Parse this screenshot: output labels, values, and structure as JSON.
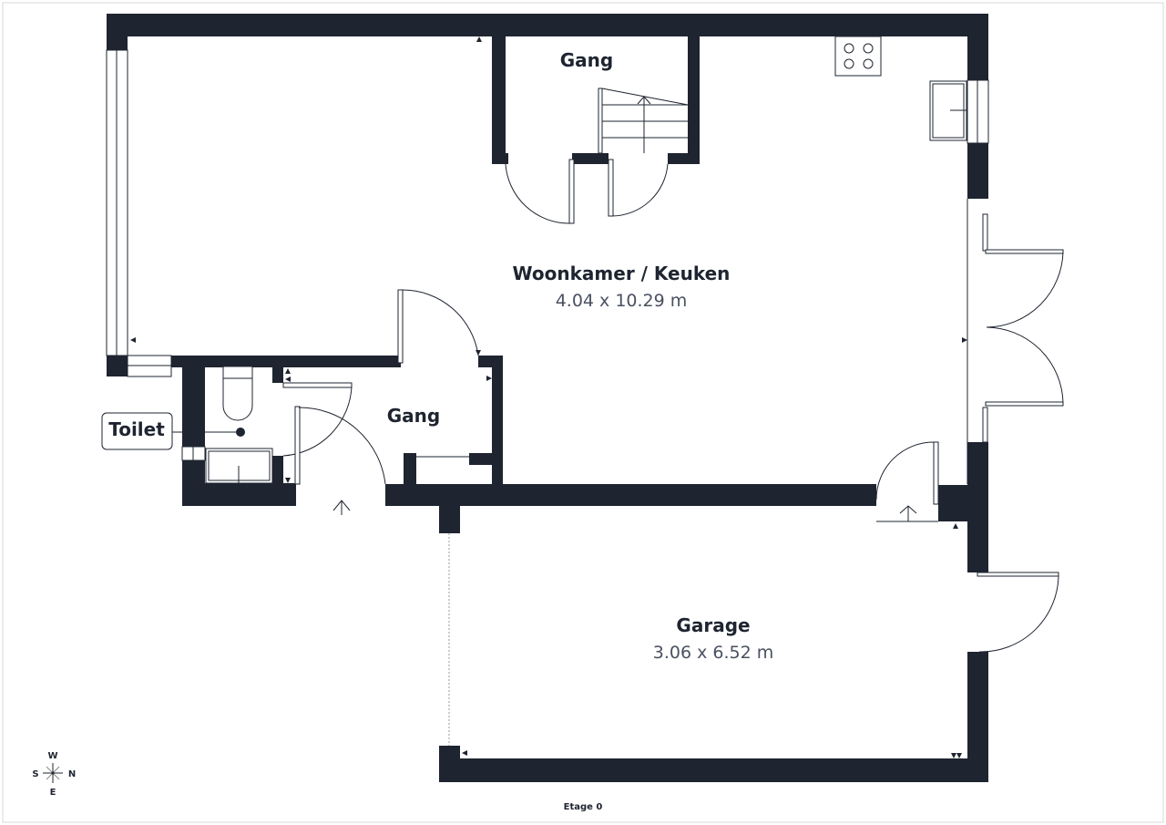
{
  "floor_label": "Etage 0",
  "rooms": [
    {
      "name": "Woonkamer / Keuken",
      "dimensions": "4.04 x 10.29 m"
    },
    {
      "name": "Gang"
    },
    {
      "name": "Gang"
    },
    {
      "name": "Garage",
      "dimensions": "3.06 x 6.52 m"
    },
    {
      "name": "Toilet"
    }
  ],
  "compass": {
    "top": "W",
    "left": "S",
    "right": "N",
    "bottom": "E"
  },
  "colors": {
    "wall": "#1e2430",
    "dimension_text": "#4a5160"
  }
}
